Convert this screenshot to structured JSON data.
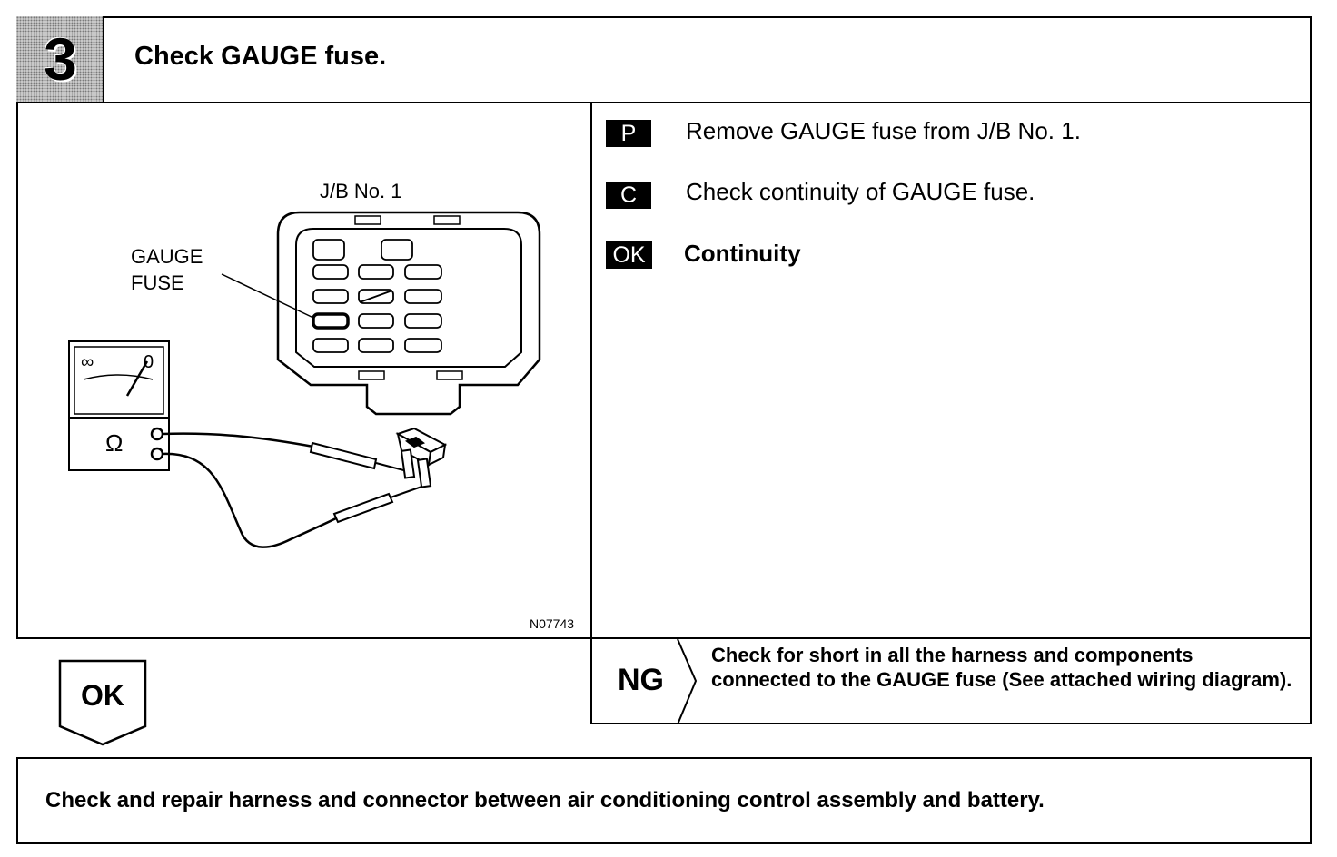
{
  "step": {
    "number": "3",
    "title": "Check GAUGE fuse."
  },
  "illustration": {
    "jb_label": "J/B No. 1",
    "fuse_label_line1": "GAUGE",
    "fuse_label_line2": "FUSE",
    "meter_symbol": "Ω",
    "meter_scale_left": "∞",
    "meter_scale_right": "0",
    "figure_code": "N07743"
  },
  "procedure": {
    "p_badge": "P",
    "p_text": "Remove GAUGE fuse from J/B No. 1.",
    "c_badge": "C",
    "c_text": "Check continuity of GAUGE fuse.",
    "ok_badge": "OK",
    "ok_text": "Continuity"
  },
  "ng": {
    "label": "NG",
    "text": "Check for short in all the harness and components connected to the GAUGE fuse (See attached wiring diagram)."
  },
  "ok_branch": {
    "label": "OK"
  },
  "final": {
    "text": "Check and repair harness and connector between air conditioning control assembly and battery."
  }
}
